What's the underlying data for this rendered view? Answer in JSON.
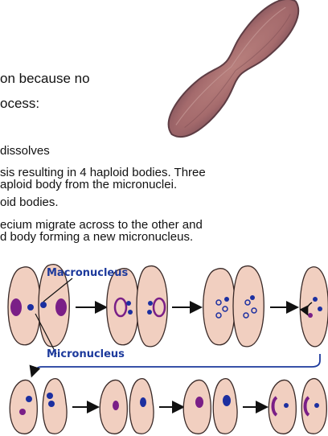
{
  "slide": {
    "line1": "on because no",
    "line2": "ocess:",
    "line3": "dissolves",
    "line4": "sis resulting in 4 haploid bodies. Three",
    "line5": "aploid body from the micronuclei.",
    "line6": "oid bodies.",
    "line7": "ecium migrate across to the other and",
    "line8": "d body forming a new micronucleus."
  },
  "diagram": {
    "label_macronucleus": "Macronucleus",
    "label_micronucleus": "Micronucleus",
    "colors": {
      "cell_fill": "#f1cfc0",
      "cell_stroke": "#3a2a28",
      "macronucleus": "#7a1f87",
      "micronucleus": "#1c2fa0",
      "label": "#1d3a9c"
    }
  },
  "photo": {
    "name": "paramecium-conjugation-micrograph"
  }
}
